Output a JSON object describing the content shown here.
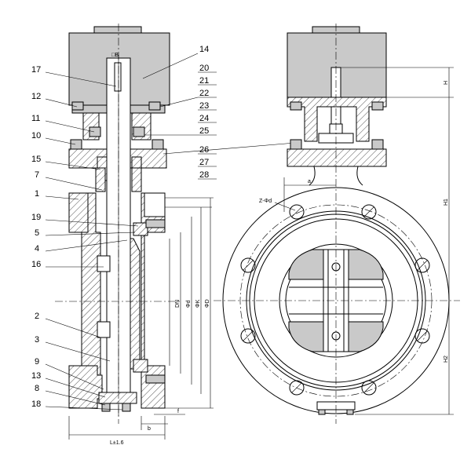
{
  "left_callouts": [
    "17",
    "12",
    "11",
    "10",
    "15",
    "7",
    "1",
    "19",
    "5",
    "4",
    "16",
    "2",
    "3",
    "9",
    "13",
    "8",
    "18"
  ],
  "right_callouts": [
    "14",
    "20",
    "21",
    "22",
    "23",
    "24",
    "25",
    "26",
    "27",
    "28"
  ],
  "dimension_labels": {
    "top_width": "□B",
    "L": "L±1.6",
    "b": "b",
    "f": "f",
    "DN": "DN",
    "d1": "Φd",
    "K": "ΦK",
    "D": "ΦD",
    "H": "H",
    "H1": "H1",
    "H2": "H2",
    "a": "a",
    "bolt_holes": "Z-Φd"
  }
}
